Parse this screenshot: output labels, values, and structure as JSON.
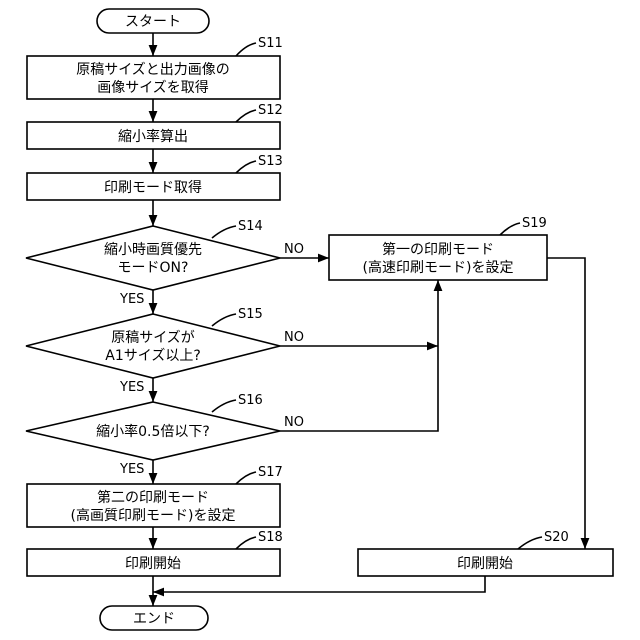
{
  "start": "スタート",
  "end": "エンド",
  "steps": {
    "s11": {
      "id": "S11",
      "line1": "原稿サイズと出力画像の",
      "line2": "画像サイズを取得"
    },
    "s12": {
      "id": "S12",
      "text": "縮小率算出"
    },
    "s13": {
      "id": "S13",
      "text": "印刷モード取得"
    },
    "s14": {
      "id": "S14",
      "line1": "縮小時画質優先",
      "line2": "モードON?"
    },
    "s15": {
      "id": "S15",
      "line1": "原稿サイズが",
      "line2": "A1サイズ以上?"
    },
    "s16": {
      "id": "S16",
      "text": "縮小率0.5倍以下?"
    },
    "s17": {
      "id": "S17",
      "line1": "第二の印刷モード",
      "line2": "(高画質印刷モード)を設定"
    },
    "s18": {
      "id": "S18",
      "text": "印刷開始"
    },
    "s19": {
      "id": "S19",
      "line1": "第一の印刷モード",
      "line2": "(高速印刷モード)を設定"
    },
    "s20": {
      "id": "S20",
      "text": "印刷開始"
    }
  },
  "labels": {
    "yes": "YES",
    "no": "NO"
  }
}
